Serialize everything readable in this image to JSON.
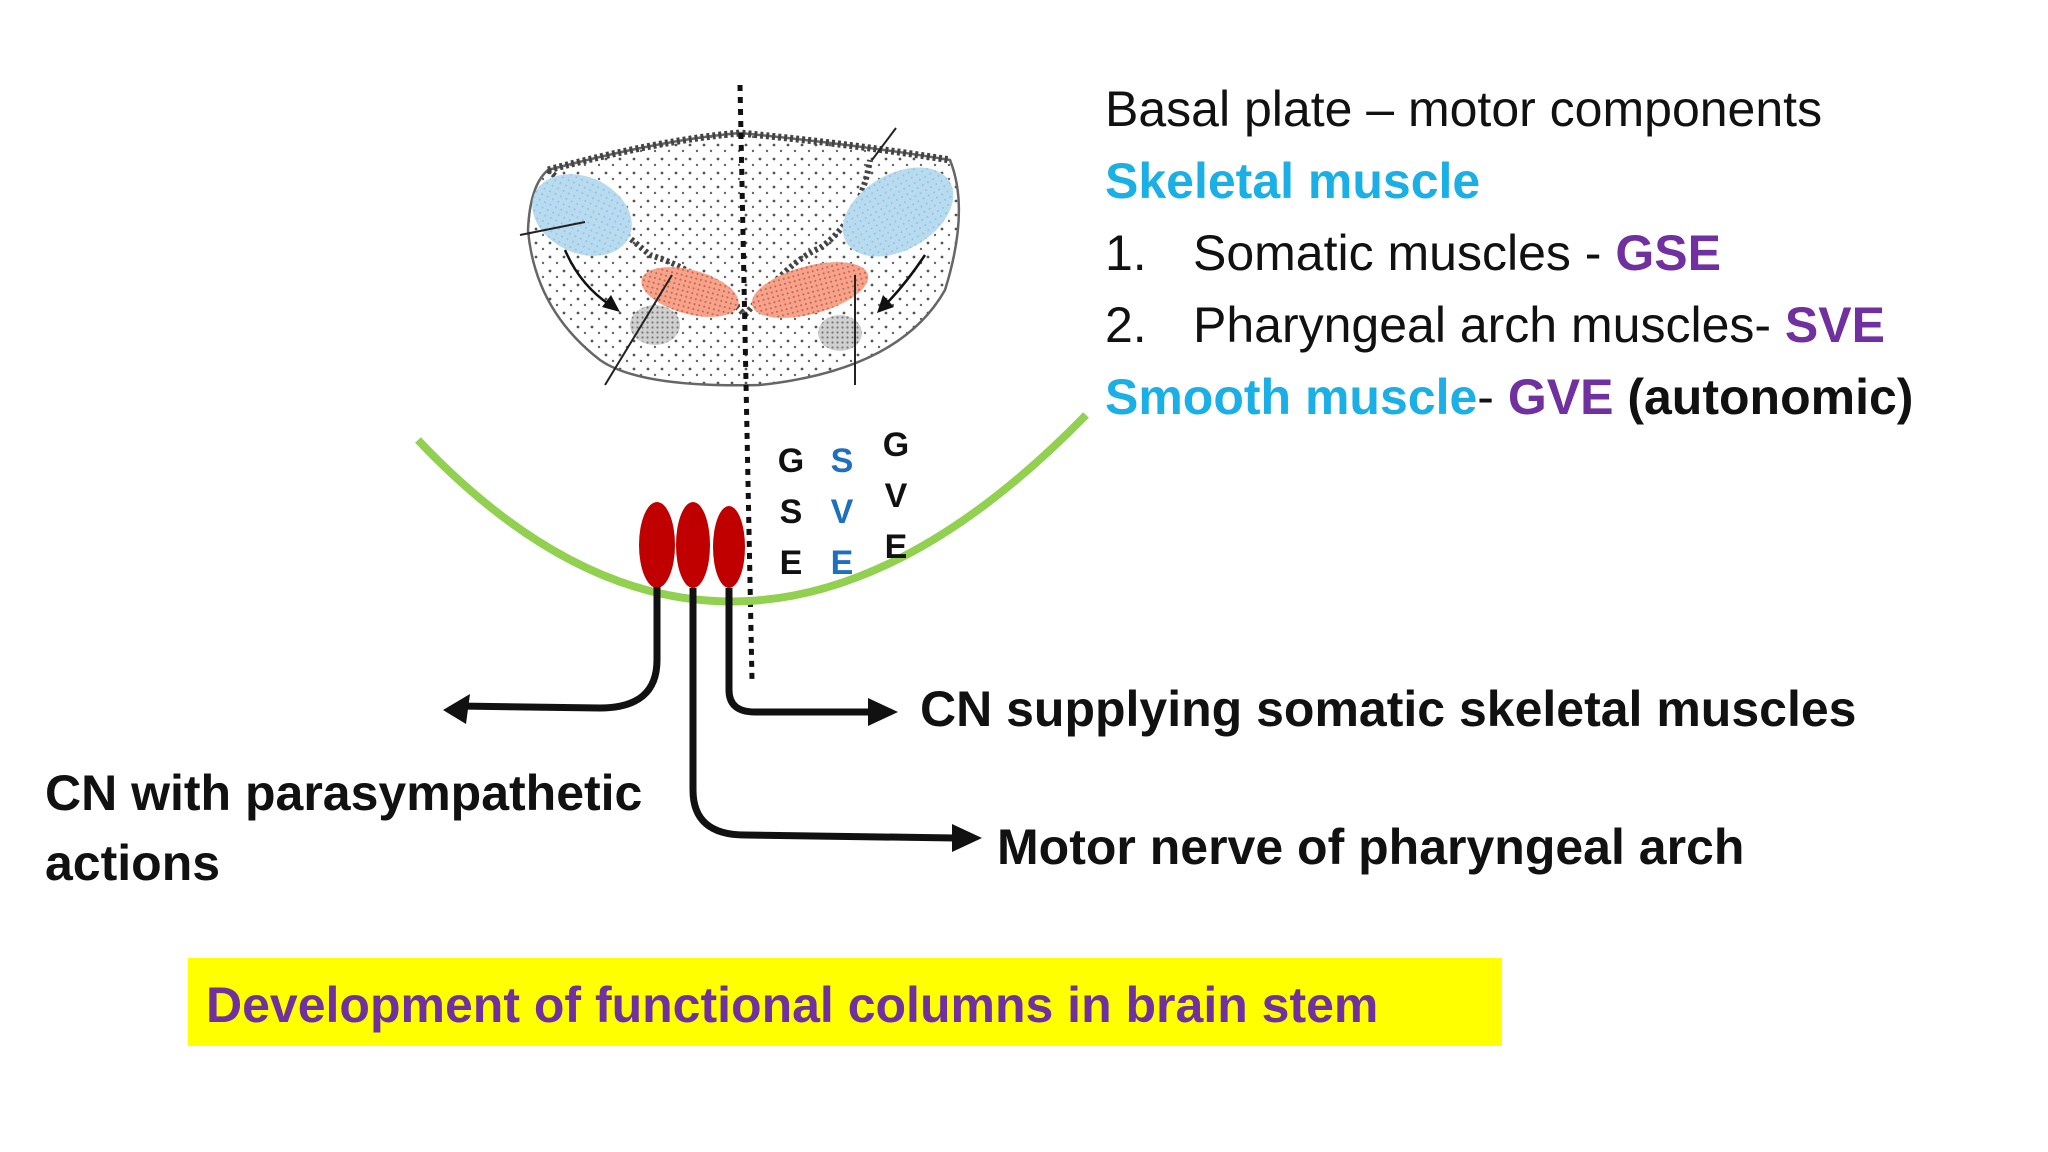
{
  "legend": {
    "title": "Basal plate – motor components",
    "skeletal": "Skeletal muscle",
    "item1_num": "1.",
    "item1_text": "Somatic muscles - ",
    "item1_code": "GSE",
    "item2_num": "2.",
    "item2_text": "Pharyngeal arch muscles- ",
    "item2_code": "SVE",
    "smooth": "Smooth muscle",
    "smooth_sep": "- ",
    "smooth_code": "GVE",
    "smooth_note": " (autonomic)"
  },
  "columns": {
    "gse": [
      "G",
      "S",
      "E"
    ],
    "sve": [
      "S",
      "V",
      "E"
    ],
    "gve": [
      "G",
      "V",
      "E"
    ]
  },
  "labels": {
    "somatic": "CN supplying somatic skeletal muscles",
    "pharyngeal": "Motor nerve of pharyngeal arch",
    "parasympathetic_line1": "CN with parasympathetic",
    "parasympathetic_line2": "actions"
  },
  "banner": "Development of functional columns in brain stem",
  "colors": {
    "cyan": "#1ab0e6",
    "purple": "#7030a0",
    "sve_blue": "#1f6fbf",
    "green_arc": "#92d050",
    "nucleus_red": "#c00000",
    "banner_yellow": "#ffff00"
  }
}
